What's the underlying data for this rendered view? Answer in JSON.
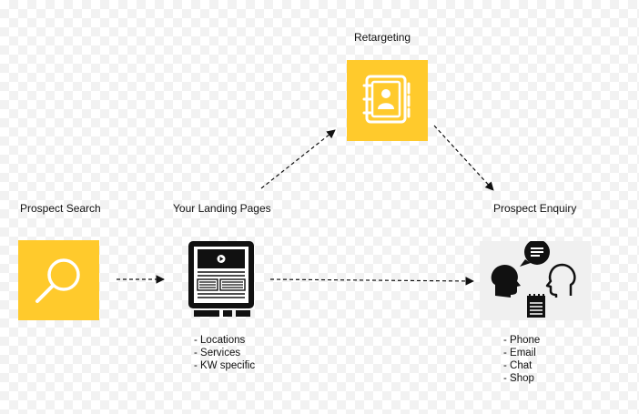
{
  "nodes": {
    "retargeting": {
      "label": "Retargeting",
      "icon": "contact-book-icon"
    },
    "prospect_search": {
      "label": "Prospect Search",
      "icon": "magnifier-icon"
    },
    "landing_pages": {
      "label": "Your Landing Pages",
      "icon": "landing-page-icon",
      "bullets": [
        "Locations",
        "Services",
        "KW specific"
      ]
    },
    "prospect_enquiry": {
      "label": "Prospect Enquiry",
      "icon": "conversation-icon",
      "bullets": [
        "Phone",
        "Email",
        "Chat",
        "Shop"
      ]
    }
  },
  "colors": {
    "accent": "#ffca2c",
    "icon_panel": "#f0f0f0",
    "text": "#111111"
  }
}
